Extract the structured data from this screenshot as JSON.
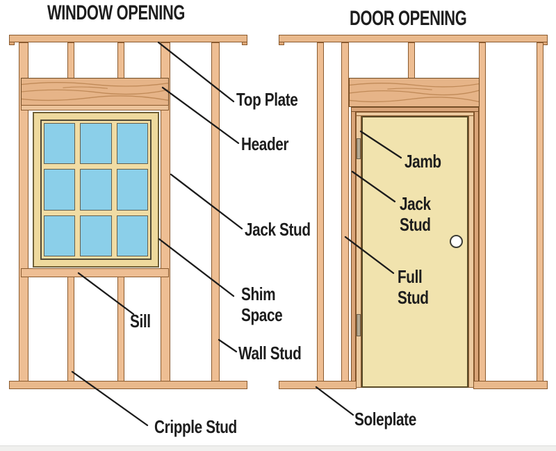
{
  "titles": {
    "window": "WINDOW OPENING",
    "door": "DOOR OPENING"
  },
  "window_diagram": {
    "labels": {
      "top_plate": "Top Plate",
      "header": "Header",
      "jack_stud": "Jack Stud",
      "shim_space": "Shim\nSpace",
      "sill": "Sill",
      "wall_stud": "Wall Stud",
      "cripple_stud": "Cripple Stud"
    }
  },
  "door_diagram": {
    "labels": {
      "jamb": "Jamb",
      "jack_stud": "Jack\nStud",
      "full_stud": "Full\nStud",
      "soleplate": "Soleplate"
    }
  },
  "colors": {
    "lumber": "#eebe93",
    "lumber_outline": "#8a5a2e",
    "header_grain": "#c08a58",
    "window_pane": "#8bcfe9",
    "window_frame": "#eed99d",
    "door_slab": "#f1e3ae",
    "callout_line": "#1c1c1c",
    "label_text": "#1d1d1d"
  }
}
